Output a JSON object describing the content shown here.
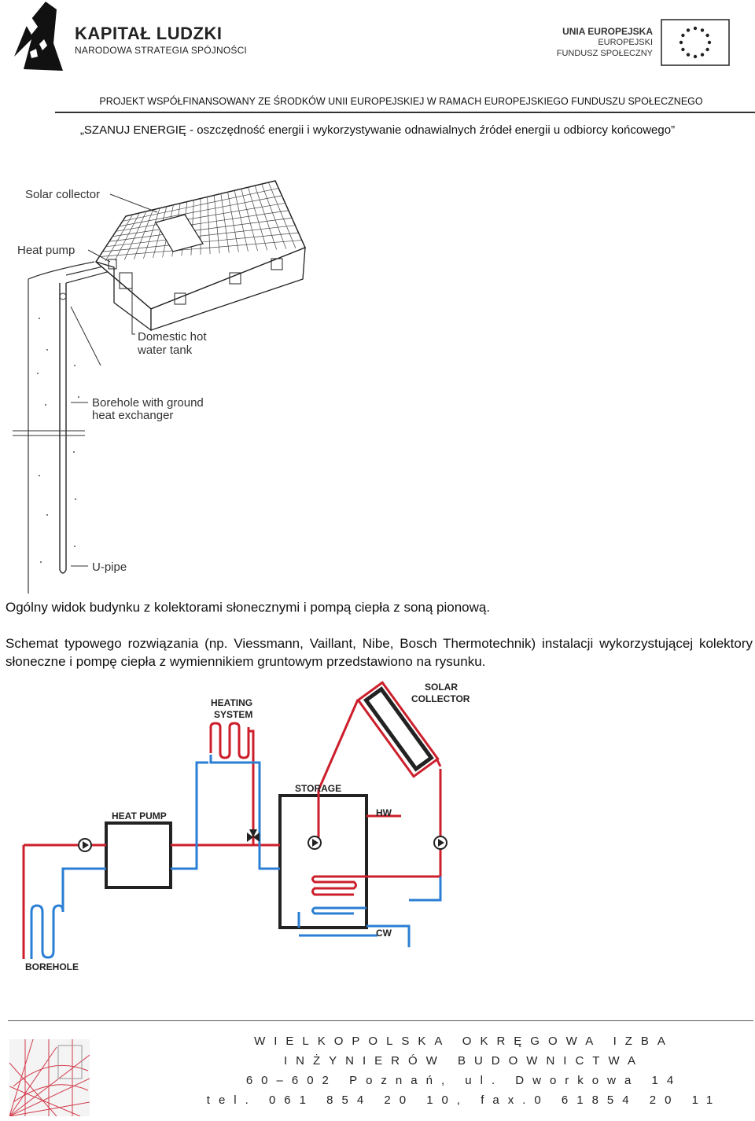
{
  "header": {
    "logo_title": "KAPITAŁ LUDZKI",
    "logo_subtitle": "NARODOWA STRATEGIA SPÓJNOŚCI",
    "eu_line1": "UNIA EUROPEJSKA",
    "eu_line2": "EUROPEJSKI",
    "eu_line3": "FUNDUSZ SPOŁECZNY",
    "project_line": "PROJEKT WSPÓŁFINANSOWANY ZE ŚRODKÓW UNII EUROPEJSKIEJ W RAMACH EUROPEJSKIEGO FUNDUSZU SPOŁECZNEGO",
    "subtitle": "„SZANUJ ENERGIĘ - oszczędność energii i wykorzystywanie odnawialnych źródeł energii u odbiorcy końcowego”"
  },
  "figure1": {
    "label_solar_collector": "Solar collector",
    "label_heat_pump": "Heat pump",
    "label_dhw_line1": "Domestic hot",
    "label_dhw_line2": "water tank",
    "label_borehole_line1": "Borehole with ground",
    "label_borehole_line2": "heat exchanger",
    "label_upipe": "U-pipe"
  },
  "caption": "Ogólny widok budynku z kolektorami słonecznymi i pompą ciepła z soną pionową.",
  "paragraph": "Schemat typowego rozwiązania (np. Viessmann, Vaillant, Nibe, Bosch Thermotechnik) instalacji wykorzystującej kolektory słoneczne i pompę ciepła z wymiennikiem gruntowym przedstawiono na rysunku.",
  "figure2": {
    "label_heating_line1": "HEATING",
    "label_heating_line2": "SYSTEM",
    "label_solar_line1": "SOLAR",
    "label_solar_line2": "COLLECTOR",
    "label_storage": "STORAGE",
    "label_heat_pump": "HEAT PUMP",
    "label_hw": "HW",
    "label_cw": "CW",
    "label_borehole": "BOREHOLE",
    "hot_color": "#cc1f2b",
    "cold_color": "#2a7fd4"
  },
  "footer": {
    "line1": "WIELKOPOLSKA OKRĘGOWA IZBA",
    "line2": "INŻYNIERÓW BUDOWNICTWA",
    "line3": "60–602 Poznań, ul. Dworkowa 14",
    "line4": "tel. 061 854 20 10, fax.0 61854 20 11"
  }
}
